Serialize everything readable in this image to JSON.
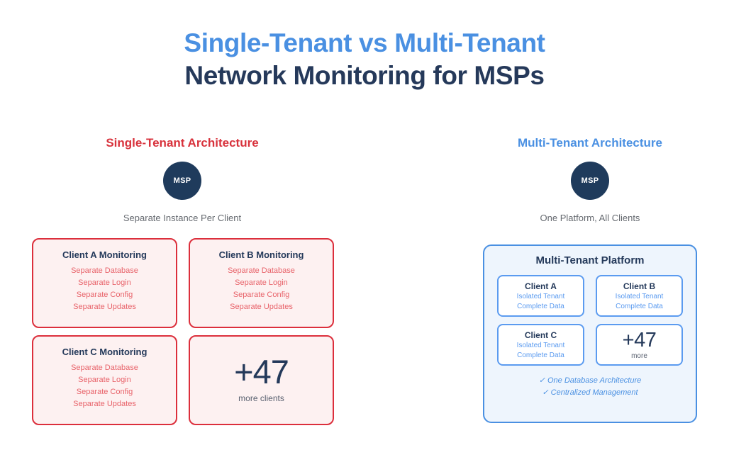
{
  "title": {
    "line1": "Single-Tenant vs Multi-Tenant",
    "line2": "Network Monitoring for MSPs"
  },
  "colors": {
    "accent_blue": "#4a90e2",
    "accent_red": "#d8323c",
    "navy": "#24395a",
    "card_red_bg": "#fdf1f1",
    "platform_blue_bg": "#eef5fd"
  },
  "single_tenant": {
    "heading": "Single-Tenant Architecture",
    "msp_label": "MSP",
    "subtitle": "Separate Instance Per Client",
    "cards": [
      {
        "title": "Client A Monitoring",
        "items": [
          "Separate Database",
          "Separate Login",
          "Separate Config",
          "Separate Updates"
        ]
      },
      {
        "title": "Client B Monitoring",
        "items": [
          "Separate Database",
          "Separate Login",
          "Separate Config",
          "Separate Updates"
        ]
      },
      {
        "title": "Client C Monitoring",
        "items": [
          "Separate Database",
          "Separate Login",
          "Separate Config",
          "Separate Updates"
        ]
      }
    ],
    "overflow_card": {
      "number": "+47",
      "label": "more clients"
    }
  },
  "multi_tenant": {
    "heading": "Multi-Tenant Architecture",
    "msp_label": "MSP",
    "subtitle": "One Platform, All Clients",
    "platform_title": "Multi-Tenant Platform",
    "tenants": [
      {
        "title": "Client A",
        "line1": "Isolated Tenant",
        "line2": "Complete Data"
      },
      {
        "title": "Client B",
        "line1": "Isolated Tenant",
        "line2": "Complete Data"
      },
      {
        "title": "Client C",
        "line1": "Isolated Tenant",
        "line2": "Complete Data"
      }
    ],
    "overflow_card": {
      "number": "+47",
      "label": "more"
    },
    "footer": [
      "✓ One Database Architecture",
      "✓ Centralized Management"
    ]
  }
}
